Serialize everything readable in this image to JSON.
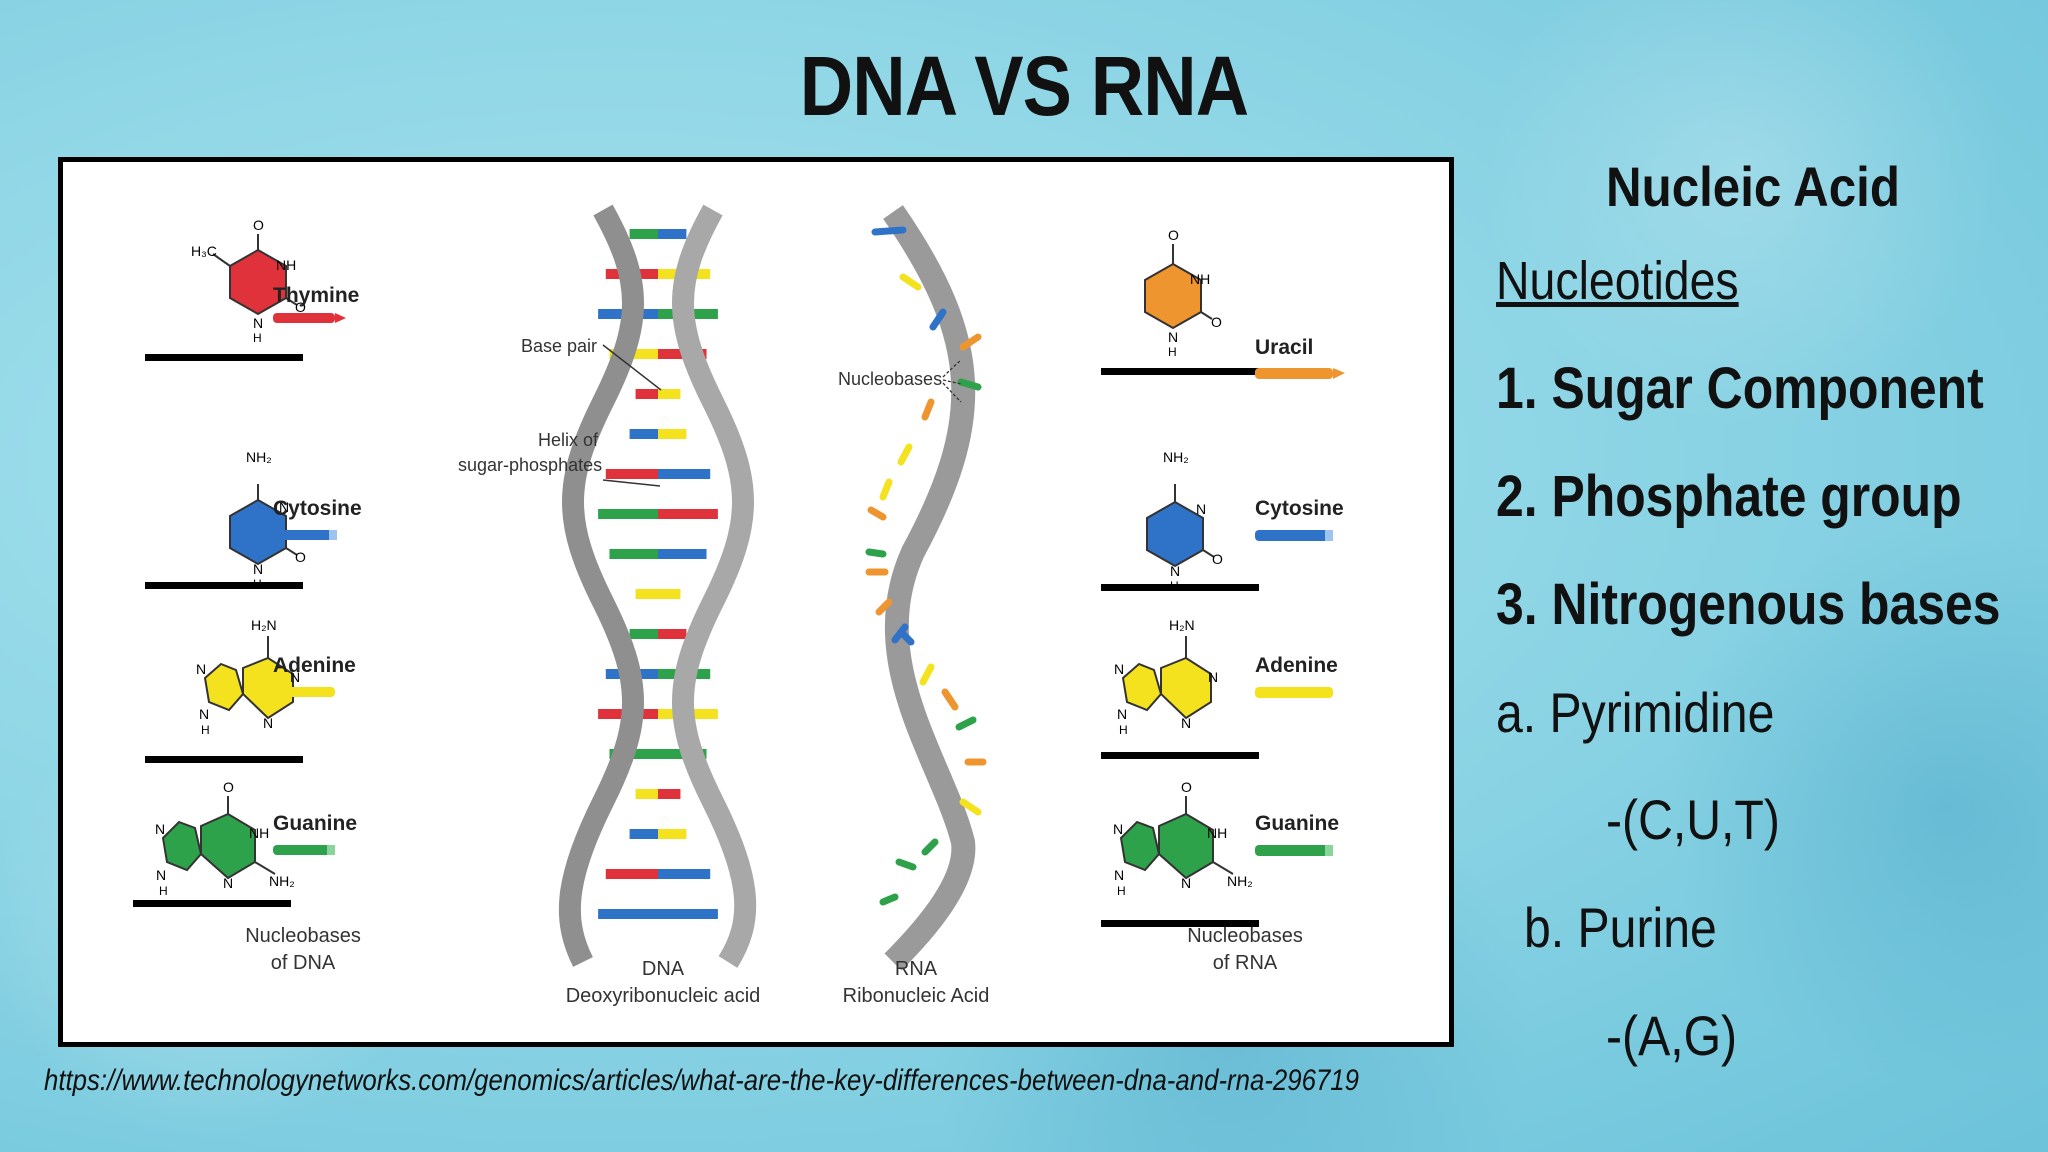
{
  "title": "DNA VS RNA",
  "figure": {
    "dna_bases": [
      {
        "name": "Thymine",
        "color": "#e0323a"
      },
      {
        "name": "Cytosine",
        "color": "#2f73c8"
      },
      {
        "name": "Adenine",
        "color": "#f4e21f"
      },
      {
        "name": "Guanine",
        "color": "#2ea24a"
      }
    ],
    "rna_bases": [
      {
        "name": "Uracil",
        "color": "#ef9530"
      },
      {
        "name": "Cytosine",
        "color": "#2f73c8"
      },
      {
        "name": "Adenine",
        "color": "#f4e21f"
      },
      {
        "name": "Guanine",
        "color": "#2ea24a"
      }
    ],
    "atoms": {
      "thymine": [
        "H₃C",
        "O",
        "NH",
        "N",
        "H",
        "O"
      ],
      "cytosine": [
        "NH₂",
        "N",
        "N",
        "H",
        "O"
      ],
      "adenine": [
        "H₂N",
        "N",
        "N",
        "N",
        "N",
        "H"
      ],
      "guanine": [
        "O",
        "N",
        "NH",
        "N",
        "N",
        "H",
        "NH₂"
      ],
      "uracil": [
        "O",
        "NH",
        "N",
        "H",
        "O"
      ]
    },
    "labels": {
      "base_pair": "Base pair",
      "helix_line1": "Helix of",
      "helix_line2": "sugar-phosphates",
      "nucleobases": "Nucleobases",
      "dna_caption_1": "Nucleobases",
      "dna_caption_2": "of DNA",
      "dna_name": "DNA",
      "dna_full": "Deoxyribonucleic acid",
      "rna_name": "RNA",
      "rna_full": "Ribonucleic Acid",
      "rna_caption_1": "Nucleobases",
      "rna_caption_2": "of RNA"
    },
    "colors": {
      "thymine": "#e0323a",
      "cytosine": "#2f73c8",
      "adenine": "#f4e21f",
      "guanine": "#2ea24a",
      "uracil": "#ef9530",
      "backbone": "#9a9a9a"
    }
  },
  "source_url": "https://www.technologynetworks.com/genomics/articles/what-are-the-key-differences-between-dna-and-rna-296719",
  "side": {
    "heading": "Nucleic Acid",
    "subheading": "Nucleotides",
    "items": [
      "1. Sugar Component",
      "2. Phosphate group",
      "3. Nitrogenous bases"
    ],
    "pyrimidine_label": "a. Pyrimidine",
    "pyrimidine_members": "-(C,U,T)",
    "purine_label": "b. Purine",
    "purine_members": "-(A,G)"
  }
}
